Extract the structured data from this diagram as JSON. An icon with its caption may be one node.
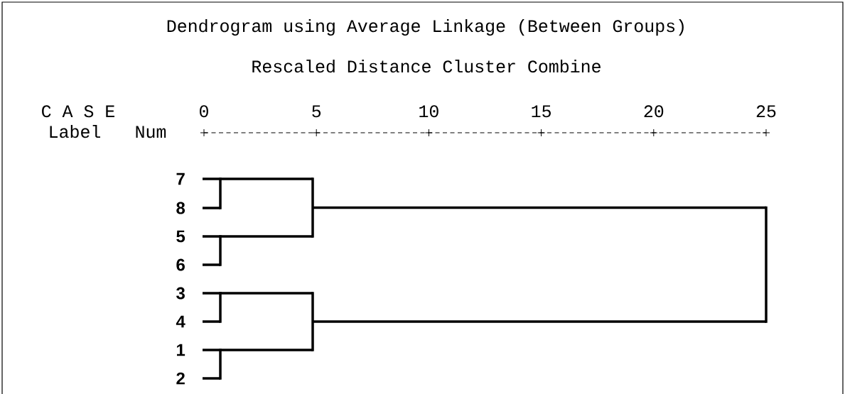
{
  "diagram": {
    "title": "Dendrogram using Average Linkage (Between Groups)",
    "nodes": [
      {
        "text": [
          "7"
        ]
      },
      {
        "text": [
          "8"
        ]
      },
      {
        "text": [
          "5"
        ]
      },
      {
        "text": [
          "6"
        ]
      },
      {
        "text": [
          "3"
        ]
      },
      {
        "text": [
          "4"
        ]
      },
      {
        "text": [
          "1"
        ]
      },
      {
        "text": [
          "2"
        ]
      },
      {
        "text": [],
        "shape": "bar"
      },
      {
        "text": [],
        "shape": "bar"
      },
      {
        "text": [],
        "shape": "bar"
      },
      {
        "text": [],
        "shape": "bar"
      },
      {
        "text": [],
        "shape": "bar"
      },
      {
        "text": [],
        "shape": "bar"
      },
      {
        "text": [],
        "shape": "bar"
      }
    ],
    "edges": [
      {
        "from": 0,
        "to": 12,
        "arrow": "none"
      },
      {
        "from": 1,
        "to": 8,
        "arrow": "none"
      },
      {
        "from": 2,
        "to": 12,
        "arrow": "none"
      },
      {
        "from": 3,
        "to": 9,
        "arrow": "none"
      },
      {
        "from": 4,
        "to": 13,
        "arrow": "none"
      },
      {
        "from": 5,
        "to": 10,
        "arrow": "none"
      },
      {
        "from": 6,
        "to": 13,
        "arrow": "none"
      },
      {
        "from": 7,
        "to": 11,
        "arrow": "none"
      },
      {
        "from": 12,
        "to": 14,
        "arrow": "none"
      },
      {
        "from": 13,
        "to": 14,
        "arrow": "none"
      }
    ],
    "labels": [
      "Rescaled Distance Cluster Combine",
      "C A S E",
      "0",
      "5",
      "10",
      "15",
      "20",
      "25",
      "Label",
      "Num"
    ]
  }
}
